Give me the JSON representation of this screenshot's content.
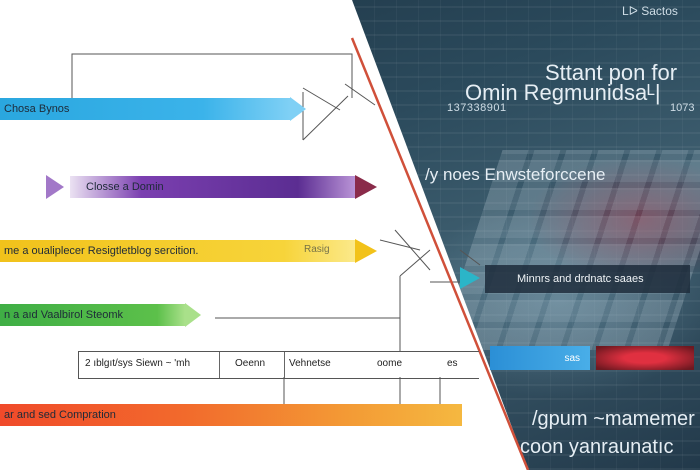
{
  "corner_label": "Lᐅ Sactos",
  "title_line1": "Sttant pon  for",
  "title_line2": "Omin Regmunidsaᴸ|",
  "numbers_left": "137338901",
  "numbers_right": "1073",
  "subtitle": "/y noes Enwsteforccene",
  "callout_text": "Minnrs and drdnatc saaes",
  "button_blue": "sas",
  "button_red": "",
  "bottom_line1": "/gpum ~mamemer",
  "bottom_line2": "coon yanraunatıc",
  "bars": {
    "blue": "Chosa Bynos",
    "purple": "Closse a Domin",
    "yellow": "me a oualiplecer Resigtletblog sercition.",
    "yellow_tag": "Rasig",
    "green": "n a aıd Vaalbirol Steomk",
    "gradient": "ar and sed Compration"
  },
  "table": {
    "cells": [
      "2 ıblgıt/sys Siewn ~ 'mh",
      "Oeenn",
      "Vehnetse",
      "oome",
      "es"
    ]
  },
  "colors": {
    "blue": "#2aa7df",
    "purple": "#6a34a0",
    "yellow": "#f4cd28",
    "green": "#4cb648",
    "orange": "#f26a2c",
    "red_line": "#d0503a",
    "dark_panel": "#2b4a5c"
  }
}
